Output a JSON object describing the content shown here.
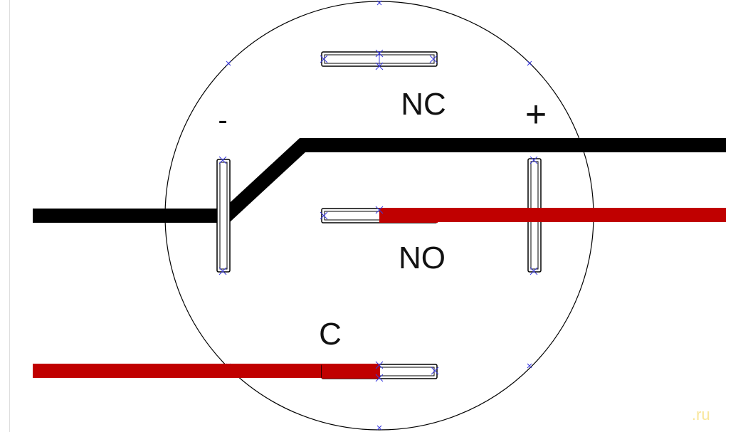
{
  "labels": {
    "minus": "-",
    "plus": "+",
    "nc": "NC",
    "no": "NO",
    "c": "C"
  },
  "watermark": ".ru",
  "colors": {
    "black_wire": "#000000",
    "red_wire": "#c00000",
    "outline": "#000000",
    "marker": "#3a3ae0",
    "background": "#ffffff"
  }
}
